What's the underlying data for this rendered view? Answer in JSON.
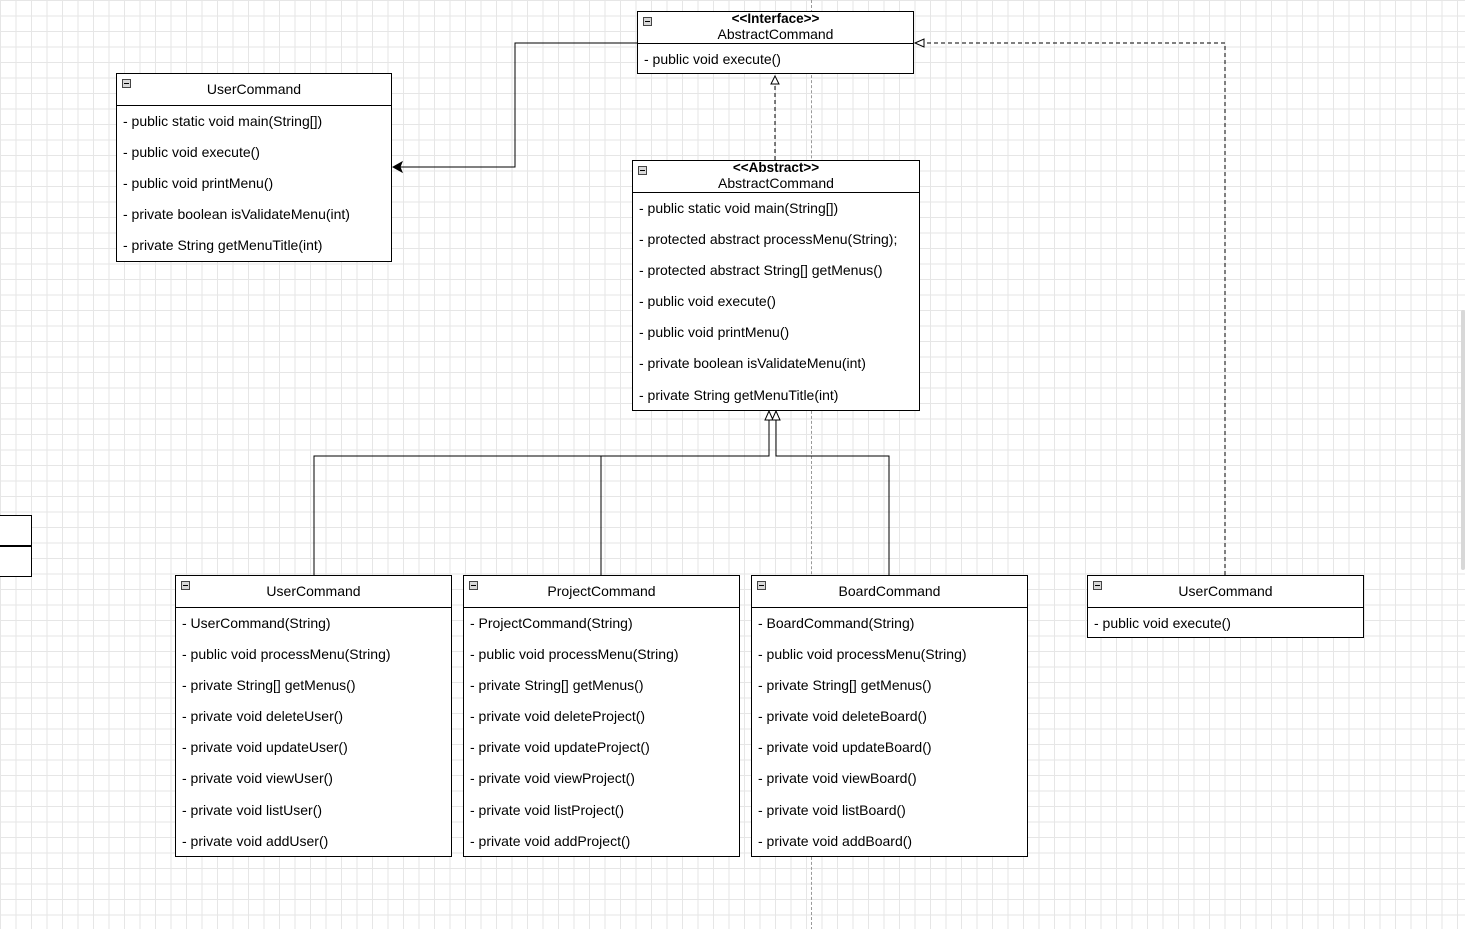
{
  "classes": {
    "interface": {
      "stereotype": "<<Interface>>",
      "name": "AbstractCommand",
      "members": [
        "- public void execute()"
      ]
    },
    "user_command_top": {
      "name": "UserCommand",
      "members": [
        "- public static void main(String[])",
        "- public void execute()",
        "- public void printMenu()",
        "- private boolean isValidateMenu(int)",
        "- private String getMenuTitle(int)"
      ]
    },
    "abstract": {
      "stereotype": "<<Abstract>>",
      "name": "AbstractCommand",
      "members": [
        "- public static void main(String[])",
        "- protected abstract processMenu(String);",
        "- protected abstract String[] getMenus()",
        "- public void execute()",
        "- public void printMenu()",
        "- private boolean isValidateMenu(int)",
        "- private String getMenuTitle(int)"
      ]
    },
    "user_command": {
      "name": "UserCommand",
      "members": [
        "- UserCommand(String)",
        "- public void processMenu(String)",
        "- private String[] getMenus()",
        "- private void deleteUser()",
        "- private void updateUser()",
        "- private void viewUser()",
        "- private void listUser()",
        "- private void addUser()"
      ]
    },
    "project_command": {
      "name": "ProjectCommand",
      "members": [
        "- ProjectCommand(String)",
        "- public void processMenu(String)",
        "- private String[] getMenus()",
        "- private void deleteProject()",
        "- private void updateProject()",
        "- private void viewProject()",
        "- private void listProject()",
        "- private void addProject()"
      ]
    },
    "board_command": {
      "name": "BoardCommand",
      "members": [
        "- BoardCommand(String)",
        "- public void processMenu(String)",
        "- private String[] getMenus()",
        "- private void deleteBoard()",
        "- private void updateBoard()",
        "- private void viewBoard()",
        "- private void listBoard()",
        "- private void addBoard()"
      ]
    },
    "user_command_right": {
      "name": "UserCommand",
      "members": [
        "- public void execute()"
      ]
    }
  }
}
